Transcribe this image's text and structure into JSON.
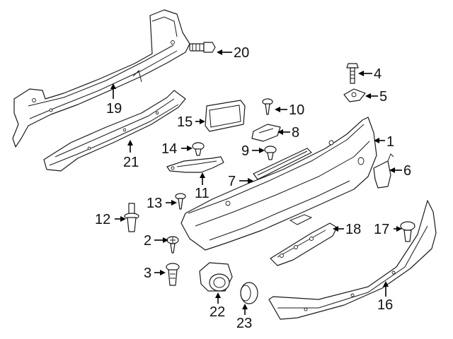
{
  "callouts": [
    {
      "id": "1",
      "text": "1"
    },
    {
      "id": "2",
      "text": "2"
    },
    {
      "id": "3",
      "text": "3"
    },
    {
      "id": "4",
      "text": "4"
    },
    {
      "id": "5",
      "text": "5"
    },
    {
      "id": "6",
      "text": "6"
    },
    {
      "id": "7",
      "text": "7"
    },
    {
      "id": "8",
      "text": "8"
    },
    {
      "id": "9",
      "text": "9"
    },
    {
      "id": "10",
      "text": "10"
    },
    {
      "id": "11",
      "text": "11"
    },
    {
      "id": "12",
      "text": "12"
    },
    {
      "id": "13",
      "text": "13"
    },
    {
      "id": "14",
      "text": "14"
    },
    {
      "id": "15",
      "text": "15"
    },
    {
      "id": "16",
      "text": "16"
    },
    {
      "id": "17",
      "text": "17"
    },
    {
      "id": "18",
      "text": "18"
    },
    {
      "id": "19",
      "text": "19"
    },
    {
      "id": "20",
      "text": "20"
    },
    {
      "id": "21",
      "text": "21"
    },
    {
      "id": "22",
      "text": "22"
    },
    {
      "id": "23",
      "text": "23"
    }
  ],
  "colors": {
    "line": "#1a1a1a",
    "background": "#ffffff",
    "label": "#111111"
  }
}
